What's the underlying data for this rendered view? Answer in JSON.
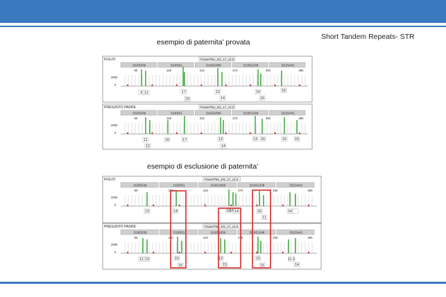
{
  "header": {
    "right_title": "Short Tandem Repeats- STR"
  },
  "captions": {
    "proven": "esempio di paternita’ provata",
    "exclusion": "esempio di esclusione di paternita’"
  },
  "colors": {
    "bar": "#3a78c0",
    "peak": "#2ea02e",
    "highlight": "#d62828",
    "marker": "#cc2222"
  },
  "kit": "PowerPlex_ES_17_v2.0",
  "loci": [
    "D18S539",
    "D18S51",
    "D16S1656",
    "D10S1248",
    "D22S441"
  ],
  "axis_ticks": [
    "90",
    "150",
    "210",
    "270",
    "330",
    "390"
  ],
  "yaxis": [
    "2000",
    "0"
  ],
  "panels": [
    {
      "label": "FIGLIO",
      "alleles": [
        "9",
        "11",
        "17",
        "19",
        "12",
        "14",
        "14",
        "16",
        "16"
      ]
    },
    {
      "label": "PRESUNTO PADRE",
      "alleles": [
        "11",
        "12",
        "16",
        "17",
        "13",
        "14",
        "13",
        "16",
        "16",
        "15"
      ]
    },
    {
      "label": "FIGLIO",
      "alleles": [
        "13",
        "14",
        "16",
        "16.3",
        "14",
        "16",
        "11",
        "14"
      ]
    },
    {
      "label": "PRESUNTO PADRE",
      "alleles": [
        "11",
        "13",
        "15",
        "16",
        "13",
        "15",
        "15",
        "15",
        "11.3",
        "14"
      ]
    }
  ]
}
